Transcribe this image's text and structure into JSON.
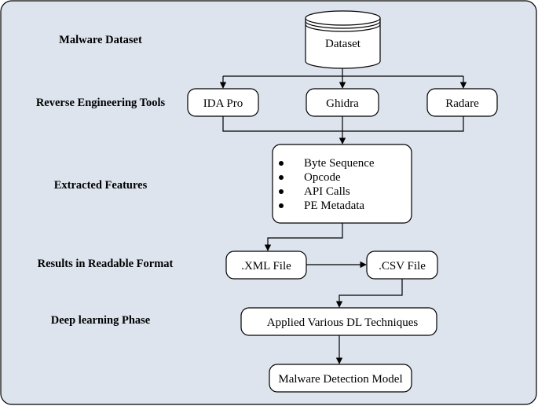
{
  "stages": {
    "dataset": "Malware Dataset",
    "tools": "Reverse Engineering Tools",
    "features": "Extracted Features",
    "results": "Results in Readable Format",
    "deep_learning": "Deep learning Phase"
  },
  "nodes": {
    "dataset": "Dataset",
    "ida_pro": "IDA Pro",
    "ghidra": "Ghidra",
    "radare": "Radare",
    "features": [
      "Byte Sequence",
      "Opcode",
      "API Calls",
      "PE Metadata"
    ],
    "xml_file": ".XML File",
    "csv_file": ".CSV File",
    "dl_techniques": "Applied Various DL Techniques",
    "detection_model": "Malware Detection Model"
  },
  "colors": {
    "background": "#dde4ee",
    "stroke": "#000000"
  }
}
